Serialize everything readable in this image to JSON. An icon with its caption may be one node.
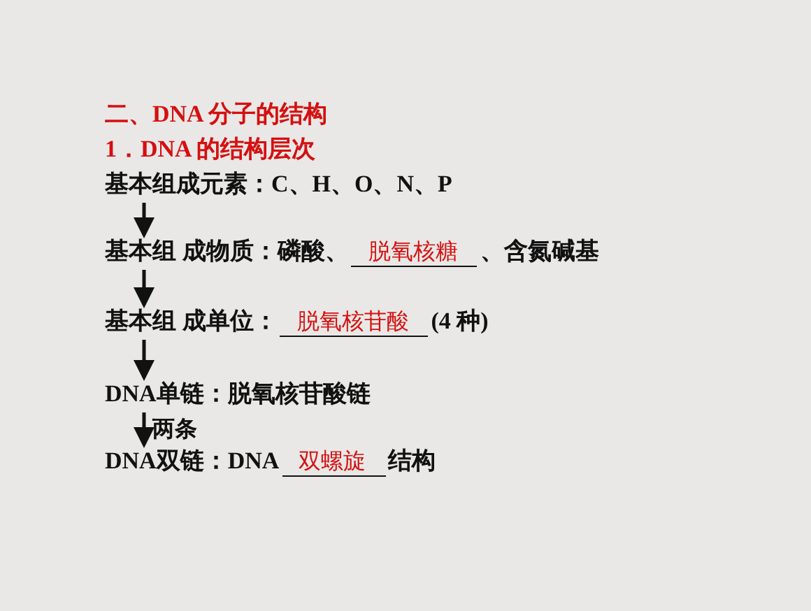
{
  "diagram": {
    "title": "二、DNA 分子的结构",
    "nodes": [
      {
        "text": [
          "基本组成元素：C、H、O、N、P"
        ]
      },
      {
        "text": [
          "基本组 成物质：磷酸、",
          "脱氧核糖",
          "、含氮碱基"
        ]
      },
      {
        "text": [
          "基本组 成单位：",
          "脱氧核苷酸",
          "(4 种)"
        ]
      },
      {
        "text": [
          "DNA单链：脱氧核苷酸链"
        ]
      },
      {
        "text": [
          "DNA双链：DNA",
          "双螺旋",
          "结构"
        ]
      }
    ],
    "edges": [
      {
        "from": 0,
        "to": 1,
        "arrow": "to"
      },
      {
        "from": 1,
        "to": 2,
        "arrow": "to"
      },
      {
        "from": 2,
        "to": 3,
        "arrow": "to"
      },
      {
        "from": 3,
        "to": 4,
        "arrow": "to",
        "label": "两条"
      }
    ],
    "labels": [
      "1．DNA 的结构层次"
    ]
  }
}
